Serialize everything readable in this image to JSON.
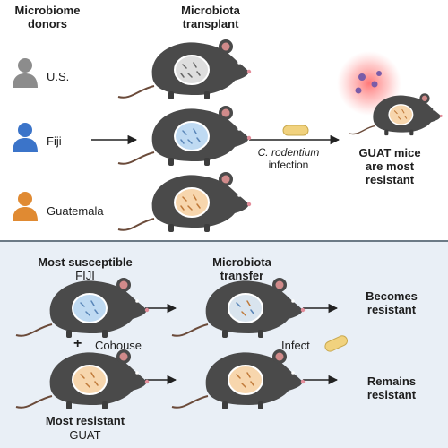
{
  "top": {
    "donors_title": "Microbiome\ndonors",
    "transplant_title": "Microbiota\ntransplant",
    "donors": [
      "U.S.",
      "Fiji",
      "Guatemala"
    ],
    "infection_italic": "C. rodentium",
    "infection_suffix": "infection",
    "result": "GUAT mice\nare most\nresistant"
  },
  "bottom": {
    "susceptible_title": "Most susceptible",
    "susceptible_sub": "FIJI",
    "transfer_title": "Microbiota\ntransfer",
    "cohouse_plus": "+",
    "cohouse": "Cohouse",
    "infect": "Infect",
    "outcome1": "Becomes\nresistant",
    "outcome2": "Remains\nresistant",
    "resistant_title": "Most resistant",
    "resistant_sub": "GUAT"
  },
  "colors": {
    "us": "#8c8c8c",
    "fiji": "#3b74c9",
    "guat": "#e08a32",
    "mouse_body": "#4a4a4a",
    "gut_gray": "#dedede",
    "gut_blue": "#bfdaf2",
    "gut_peach": "#f7d6ad",
    "pathogen": "#f1d27e",
    "panel_bg": "#e9eff6"
  }
}
